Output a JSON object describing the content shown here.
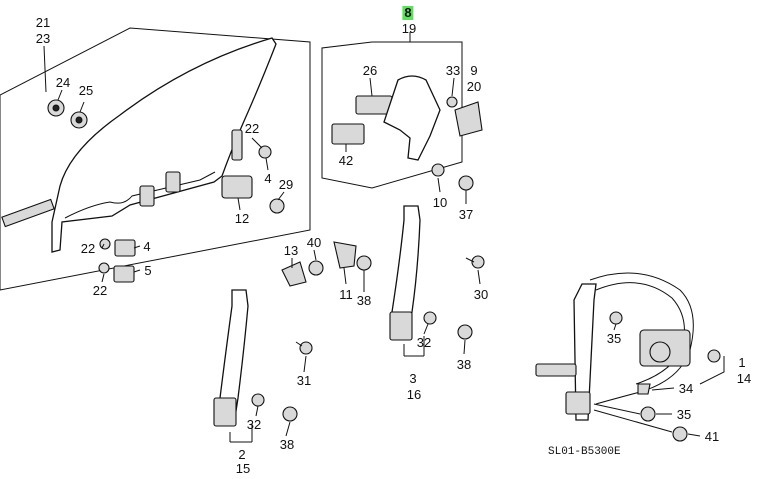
{
  "diagram_code": "SL01-B5300E",
  "highlighted_part": "8",
  "highlight_color": "#5ee05e",
  "labels": [
    {
      "id": "21",
      "text": "21"
    },
    {
      "id": "23",
      "text": "23"
    },
    {
      "id": "24",
      "text": "24"
    },
    {
      "id": "25",
      "text": "25"
    },
    {
      "id": "22a",
      "text": "22"
    },
    {
      "id": "4a",
      "text": "4"
    },
    {
      "id": "29",
      "text": "29"
    },
    {
      "id": "12",
      "text": "12"
    },
    {
      "id": "22b",
      "text": "22"
    },
    {
      "id": "4b",
      "text": "4"
    },
    {
      "id": "22c",
      "text": "22"
    },
    {
      "id": "5",
      "text": "5"
    },
    {
      "id": "8",
      "text": "8"
    },
    {
      "id": "19",
      "text": "19"
    },
    {
      "id": "26",
      "text": "26"
    },
    {
      "id": "33",
      "text": "33"
    },
    {
      "id": "9",
      "text": "9"
    },
    {
      "id": "20",
      "text": "20"
    },
    {
      "id": "42",
      "text": "42"
    },
    {
      "id": "10",
      "text": "10"
    },
    {
      "id": "37",
      "text": "37"
    },
    {
      "id": "13",
      "text": "13"
    },
    {
      "id": "40",
      "text": "40"
    },
    {
      "id": "11",
      "text": "11"
    },
    {
      "id": "38a",
      "text": "38"
    },
    {
      "id": "30",
      "text": "30"
    },
    {
      "id": "32a",
      "text": "32"
    },
    {
      "id": "38b",
      "text": "38"
    },
    {
      "id": "3",
      "text": "3"
    },
    {
      "id": "16",
      "text": "16"
    },
    {
      "id": "31",
      "text": "31"
    },
    {
      "id": "32b",
      "text": "32"
    },
    {
      "id": "38c",
      "text": "38"
    },
    {
      "id": "2",
      "text": "2"
    },
    {
      "id": "15",
      "text": "15"
    },
    {
      "id": "35a",
      "text": "35"
    },
    {
      "id": "1",
      "text": "1"
    },
    {
      "id": "14",
      "text": "14"
    },
    {
      "id": "34",
      "text": "34"
    },
    {
      "id": "35b",
      "text": "35"
    },
    {
      "id": "41",
      "text": "41"
    }
  ]
}
